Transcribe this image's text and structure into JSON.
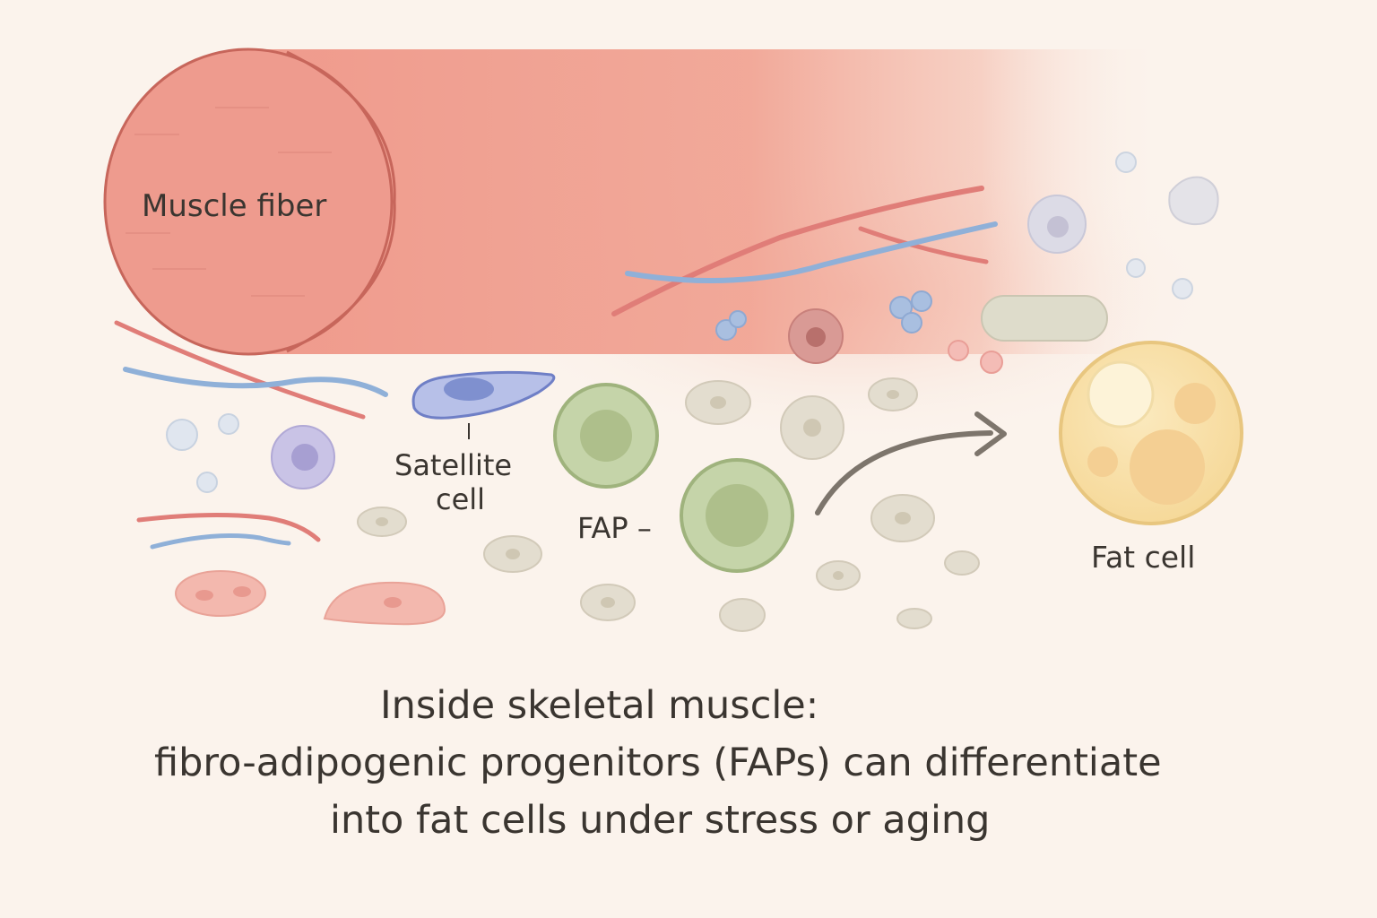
{
  "labels": {
    "muscle_fiber": "Muscle fiber",
    "satellite_cell_line1": "Satellite",
    "satellite_cell_line2": "cell",
    "fap": "FAP –",
    "fat_cell": "Fat cell"
  },
  "caption": {
    "line1": "Inside skeletal muscle:",
    "line2": "fibro-adipogenic progenitors (FAPs) can differentiate",
    "line3": "into fat cells under stress or aging"
  },
  "colors": {
    "background": "#fbf3ec",
    "muscle": "#ee9b8e",
    "muscle_edge": "#c7665b",
    "fap": "#b9cc9b",
    "satellite": "#8f9bd6",
    "fat_cell": "#f7dd9a",
    "vessel_red": "#e07d78",
    "vessel_blue": "#8fb0d8",
    "arrow": "#7d756c"
  }
}
